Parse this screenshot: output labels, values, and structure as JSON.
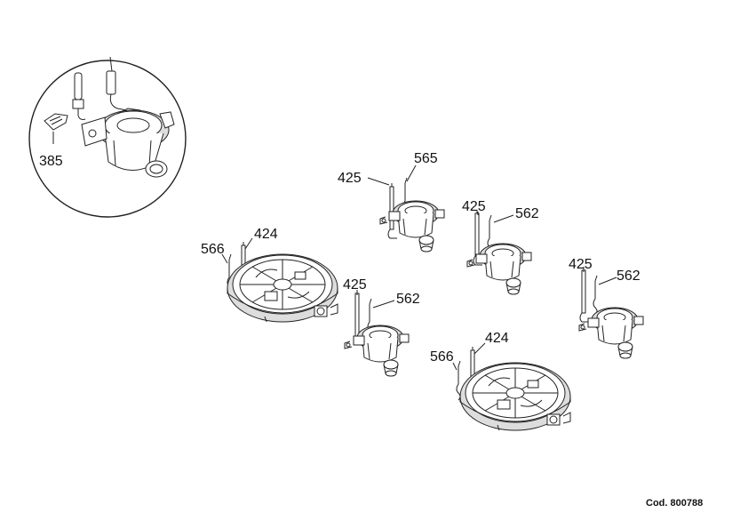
{
  "detail": {
    "part_label": "385"
  },
  "burners": [
    {
      "id": "burner-a",
      "labels": [
        "425",
        "565"
      ]
    },
    {
      "id": "burner-b",
      "labels": [
        "425",
        "562"
      ]
    },
    {
      "id": "burner-c",
      "labels": [
        "425",
        "562"
      ]
    },
    {
      "id": "burner-d",
      "labels": [
        "425",
        "562"
      ]
    }
  ],
  "plates": [
    {
      "id": "plate-left",
      "labels": [
        "566",
        "424"
      ]
    },
    {
      "id": "plate-right",
      "labels": [
        "566",
        "424"
      ]
    }
  ],
  "footer": {
    "code": "Cod. 800788"
  }
}
